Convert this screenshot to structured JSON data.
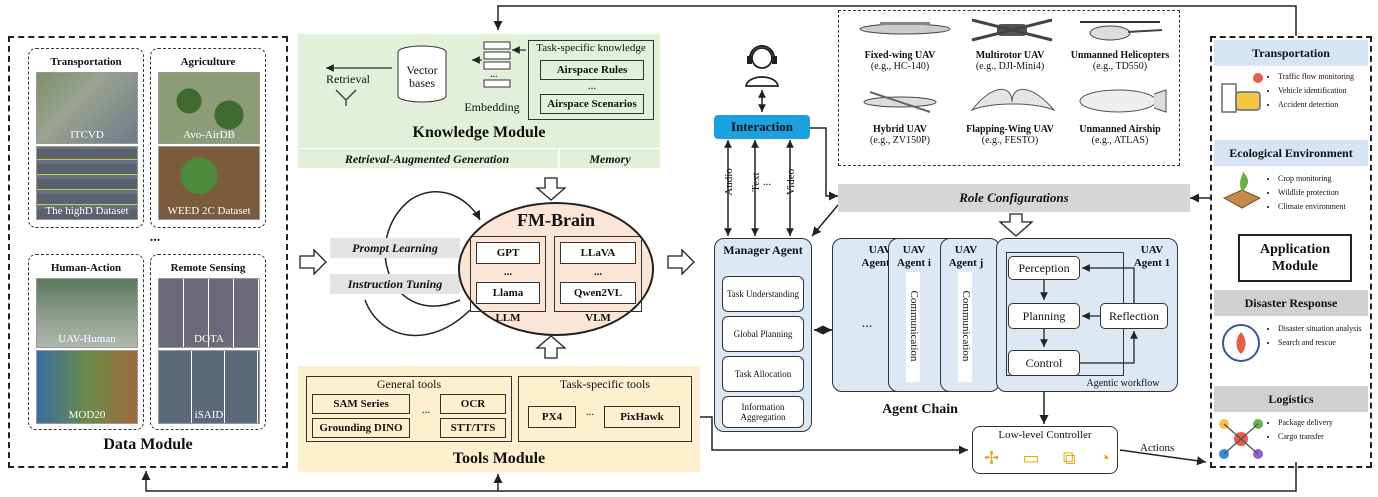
{
  "data_module": {
    "title": "Data Module",
    "ellipsis": "...",
    "groups": [
      {
        "heading": "Transportation",
        "datasets": [
          "ITCVD",
          "The highD Dataset"
        ]
      },
      {
        "heading": "Agriculture",
        "datasets": [
          "Avo-AirDB",
          "WEED 2C Dataset"
        ]
      },
      {
        "heading": "Human-Action",
        "datasets": [
          "UAV-Human",
          "MOD20"
        ]
      },
      {
        "heading": "Remote Sensing",
        "datasets": [
          "DOTA",
          "iSAID"
        ]
      }
    ]
  },
  "knowledge_module": {
    "title": "Knowledge Module",
    "task_knowledge": "Task-specific knowledge",
    "airspace_rules": "Airspace Rules",
    "airspace_scenarios": "Airspace Scenarios",
    "ellipsis": "...",
    "vector_bases": "Vector bases",
    "embedding": "Embedding",
    "retrieval": "Retrieval",
    "rag": "Retrieval-Augmented Generation",
    "memory": "Memory"
  },
  "brain": {
    "title": "FM-Brain",
    "prompt_learning": "Prompt Learning",
    "instruction_tuning": "Instruction Tuning",
    "models": [
      "GPT",
      "LLaVA",
      "Llama",
      "Qwen2VL"
    ],
    "ellipsis": "...",
    "llm": "LLM",
    "vlm": "VLM"
  },
  "tools_module": {
    "title": "Tools Module",
    "general": "General tools",
    "task_specific": "Task-specific tools",
    "general_items": [
      "SAM Series",
      "OCR",
      "Grounding DINO",
      "STT/TTS"
    ],
    "task_items": [
      "PX4",
      "PixHawk"
    ],
    "ellipsis": "..."
  },
  "interaction": {
    "label": "Interaction",
    "audio": "Audio",
    "text": "Text",
    "video": "Video",
    "ellipsis": "..."
  },
  "uavs": [
    {
      "name": "Fixed-wing UAV",
      "example": "(e.g., HC-140)"
    },
    {
      "name": "Multirotor UAV",
      "example": "(e.g., DJI-Mini4)"
    },
    {
      "name": "Unmanned Helicopters",
      "example": "(e.g., TD550)"
    },
    {
      "name": "Hybrid UAV",
      "example": "(e.g., ZV150P)"
    },
    {
      "name": "Flapping-Wing UAV",
      "example": "(e.g., FESTO)"
    },
    {
      "name": "Unmanned Airship",
      "example": "(e.g., ATLAS)"
    }
  ],
  "role_configurations": "Role Configurations",
  "manager": {
    "title": "Manager Agent",
    "tasks": [
      "Task Understanding",
      "Global Planning",
      "Task Allocation",
      "Information Aggregation"
    ]
  },
  "agents": {
    "agent_n": "UAV Agent n",
    "agent_i": "UAV Agent i",
    "agent_j": "UAV Agent j",
    "agent_1": "UAV Agent 1",
    "communication": "Communication",
    "ellipsis": "...",
    "perception": "Perception",
    "planning": "Planning",
    "control": "Control",
    "reflection": "Reflection",
    "workflow": "Agentic workflow",
    "chain_title": "Agent Chain"
  },
  "controller": {
    "label": "Low-level Controller",
    "actions": "Actions"
  },
  "application": {
    "title": "Application Module",
    "sections": [
      {
        "heading": "Transportation",
        "items": [
          "Traffic flow monitoring",
          "Vehicle identification",
          "Accident detection"
        ]
      },
      {
        "heading": "Ecological Environment",
        "items": [
          "Crop monitoring",
          "Wildlife protection",
          "Climate environment"
        ]
      },
      {
        "heading": "Disaster Response",
        "items": [
          "Disaster situation analysis",
          "Search and rescue"
        ]
      },
      {
        "heading": "Logistics",
        "items": [
          "Package delivery",
          "Cargo transfer"
        ]
      }
    ]
  },
  "colors": {
    "knowledge_bg": "#e2efd9",
    "tools_bg": "#fdf0cf",
    "brain_bg": "#fbe5d6",
    "agent_bg": "#dde8f5",
    "interaction_bg": "#1ca1e0",
    "app_heading_blue": "#d5e5f5",
    "app_heading_gray": "#d0d0d0",
    "role_bg": "#d6d6d6"
  }
}
